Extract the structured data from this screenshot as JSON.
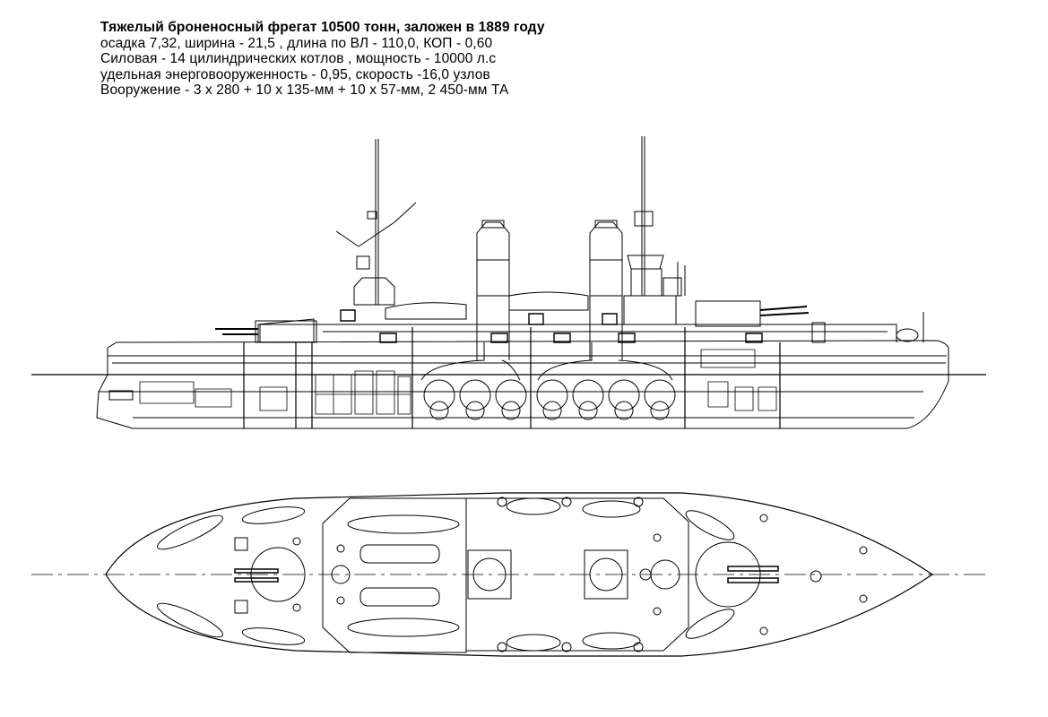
{
  "caption": {
    "title": "Тяжелый броненосный фрегат 10500 тонн, заложен в 1889 году",
    "line1": "осадка 7,32, ширина - 21,5 , длина по ВЛ - 110,0, КОП - 0,60",
    "line2": "Силовая - 14 цилиндрических котлов , мощность - 10000 л.с",
    "line3": "удельная энерговооруженность - 0,95, скорость -16,0 узлов",
    "line4": "Вооружение - 3 х 280 + 10 х 135-мм + 10 х 57-мм, 2 450-мм ТА"
  },
  "colors": {
    "line": "#000000",
    "background": "#ffffff"
  }
}
